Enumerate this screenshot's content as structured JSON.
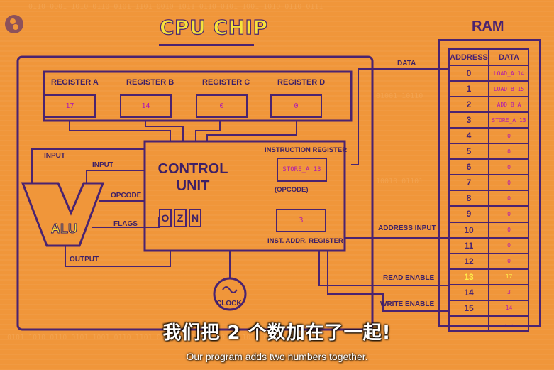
{
  "title": "CPU CHIP",
  "ram": {
    "title": "RAM",
    "headers": {
      "address": "ADDRESS",
      "data": "DATA"
    },
    "rows": [
      {
        "address": "0",
        "data": "LOAD_A 14",
        "highlight": false
      },
      {
        "address": "1",
        "data": "LOAD_B 15",
        "highlight": false
      },
      {
        "address": "2",
        "data": "ADD B A",
        "highlight": false
      },
      {
        "address": "3",
        "data": "STORE_A 13",
        "highlight": false
      },
      {
        "address": "4",
        "data": "0",
        "highlight": false
      },
      {
        "address": "5",
        "data": "0",
        "highlight": false
      },
      {
        "address": "6",
        "data": "0",
        "highlight": false
      },
      {
        "address": "7",
        "data": "0",
        "highlight": false
      },
      {
        "address": "8",
        "data": "0",
        "highlight": false
      },
      {
        "address": "9",
        "data": "0",
        "highlight": false
      },
      {
        "address": "10",
        "data": "0",
        "highlight": false
      },
      {
        "address": "11",
        "data": "0",
        "highlight": false
      },
      {
        "address": "12",
        "data": "0",
        "highlight": false
      },
      {
        "address": "13",
        "data": "17",
        "highlight": true
      },
      {
        "address": "14",
        "data": "3",
        "highlight": false
      },
      {
        "address": "15",
        "data": "14",
        "highlight": false
      },
      {
        "address": "...",
        "data": "...",
        "highlight": false
      }
    ]
  },
  "registers": [
    {
      "name": "REGISTER A",
      "value": "17"
    },
    {
      "name": "REGISTER B",
      "value": "14"
    },
    {
      "name": "REGISTER C",
      "value": "0"
    },
    {
      "name": "REGISTER D",
      "value": "0"
    }
  ],
  "control_unit": {
    "title_line1": "CONTROL",
    "title_line2": "UNIT",
    "instruction_register_label": "INSTRUCTION REGISTER",
    "instruction_register_value": "STORE_A 13",
    "opcode_label": "(OPCODE)",
    "address_register_label": "INST. ADDR. REGISTER",
    "address_register_value": "3",
    "flags": [
      "O",
      "Z",
      "N"
    ]
  },
  "alu": {
    "label": "ALU",
    "input1": "INPUT",
    "input2": "INPUT",
    "opcode": "OPCODE",
    "flags": "FLAGS",
    "output": "OUTPUT"
  },
  "bus_labels": {
    "data": "DATA",
    "address_input": "ADDRESS INPUT",
    "read_enable": "READ ENABLE",
    "write_enable": "WRITE ENABLE"
  },
  "clock": {
    "label": "CLOCK",
    "symbol": "~"
  },
  "subtitle_zh": "我们把 2 个数加在了一起!",
  "subtitle_en": "Our program adds two numbers together.",
  "colors": {
    "background": "#f0963a",
    "line": "#4a2370",
    "value": "#b01ab0",
    "highlight": "#fff04a",
    "title": "#f8e23a"
  },
  "logo": "pbs-logo-icon"
}
